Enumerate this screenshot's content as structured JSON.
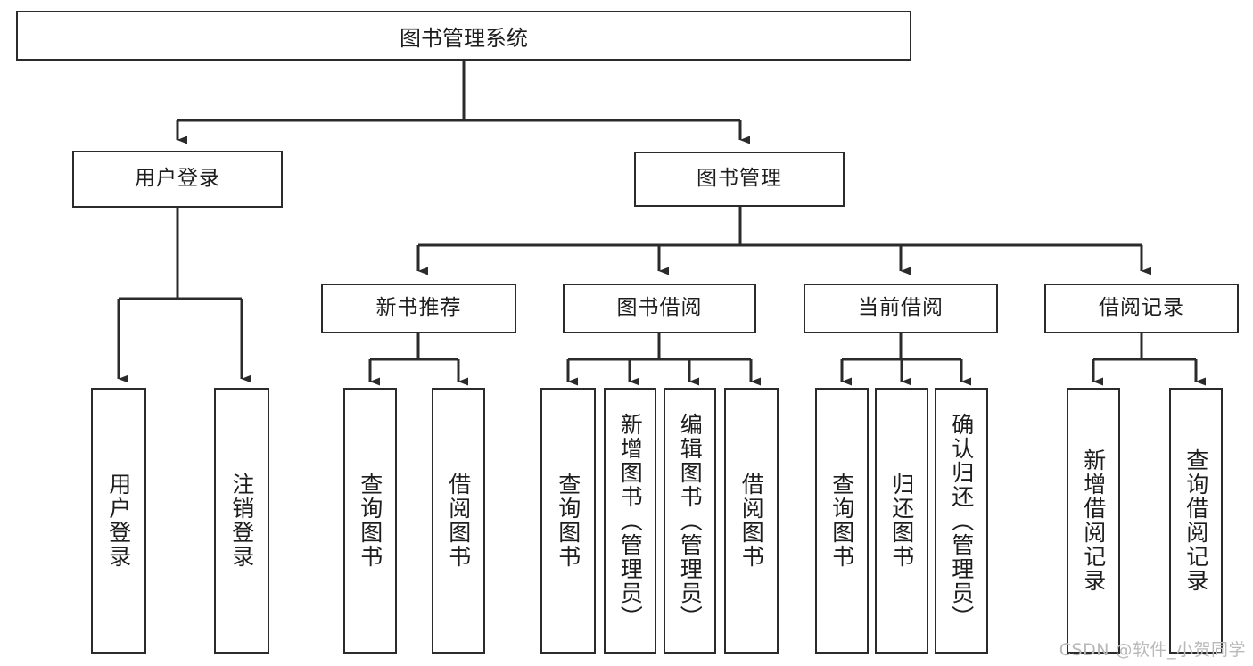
{
  "diagram": {
    "type": "tree",
    "title": "图书管理系统",
    "watermark": "CSDN @软件_小贺同学",
    "colors": {
      "box_border": "#2b2b2b",
      "box_fill": "#ffffff",
      "line": "#2b2b2b",
      "text": "#1d1d1d",
      "watermark": "#b9b9b9",
      "background": "#ffffff"
    },
    "root": {
      "id": "root",
      "label": "图书管理系统"
    },
    "level1": [
      {
        "id": "user-login",
        "label": "用户登录"
      },
      {
        "id": "book-manage",
        "label": "图书管理"
      }
    ],
    "level2": [
      {
        "id": "new-book-rec",
        "label": "新书推荐",
        "parent": "book-manage"
      },
      {
        "id": "book-borrow",
        "label": "图书借阅",
        "parent": "book-manage"
      },
      {
        "id": "current-borrow",
        "label": "当前借阅",
        "parent": "book-manage"
      },
      {
        "id": "borrow-record",
        "label": "借阅记录",
        "parent": "book-manage"
      }
    ],
    "leaves": [
      {
        "id": "leaf-user-login",
        "label": "用户登录",
        "parent": "user-login"
      },
      {
        "id": "leaf-logout",
        "label": "注销登录",
        "parent": "user-login"
      },
      {
        "id": "leaf-query-book-1",
        "label": "查询图书",
        "parent": "new-book-rec"
      },
      {
        "id": "leaf-borrow-book-1",
        "label": "借阅图书",
        "parent": "new-book-rec"
      },
      {
        "id": "leaf-query-book-2",
        "label": "查询图书",
        "parent": "book-borrow"
      },
      {
        "id": "leaf-add-book",
        "label": "新增图书（管理员）",
        "parent": "book-borrow"
      },
      {
        "id": "leaf-edit-book",
        "label": "编辑图书（管理员）",
        "parent": "book-borrow"
      },
      {
        "id": "leaf-borrow-book-2",
        "label": "借阅图书",
        "parent": "book-borrow"
      },
      {
        "id": "leaf-query-book-3",
        "label": "查询图书",
        "parent": "current-borrow"
      },
      {
        "id": "leaf-return-book",
        "label": "归还图书",
        "parent": "current-borrow"
      },
      {
        "id": "leaf-confirm-return",
        "label": "确认归还（管理员）",
        "parent": "current-borrow"
      },
      {
        "id": "leaf-add-record",
        "label": "新增借阅记录",
        "parent": "borrow-record"
      },
      {
        "id": "leaf-query-record",
        "label": "查询借阅记录",
        "parent": "borrow-record"
      }
    ]
  }
}
